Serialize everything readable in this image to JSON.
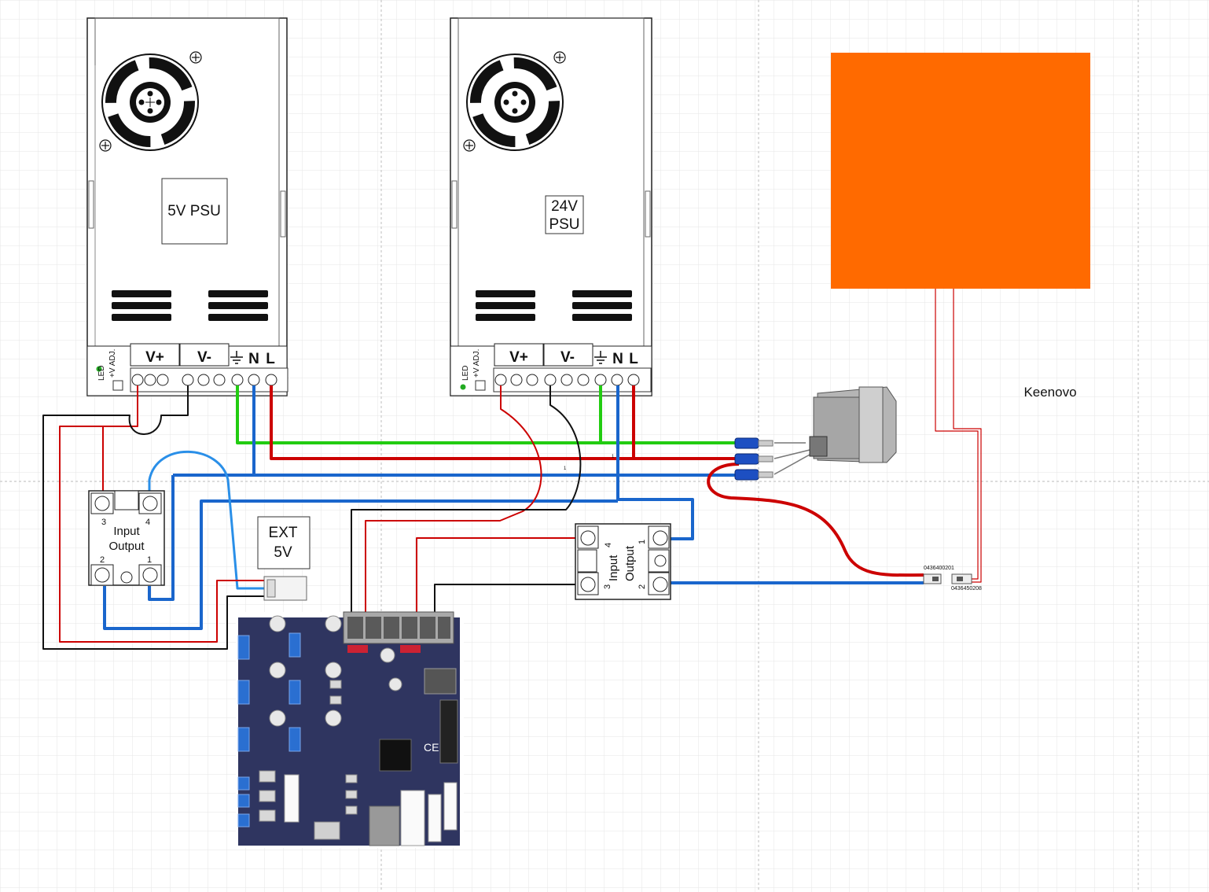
{
  "colors": {
    "grid_minor": "#e6e6e6",
    "grid_major": "#cfcfcf",
    "heater": "#ff6a00",
    "wire_red": "#cc0000",
    "wire_green": "#22cc11",
    "wire_blue": "#1a66cc",
    "wire_lightblue": "#2a8fe8",
    "wire_black": "#111111",
    "pcb": "#2f3560"
  },
  "psu5": {
    "label": "5V PSU",
    "terminals": {
      "vplus": "V+",
      "vminus": "V-",
      "n": "N",
      "l": "L"
    },
    "side": {
      "led": "LED",
      "vadj": "+V ADJ."
    }
  },
  "psu24": {
    "label_line1": "24V",
    "label_line2": "PSU",
    "terminals": {
      "vplus": "V+",
      "vminus": "V-",
      "n": "N",
      "l": "L"
    },
    "side": {
      "led": "LED",
      "vadj": "+V ADJ."
    }
  },
  "ssr_left": {
    "input": "Input",
    "output": "Output",
    "pin1": "1",
    "pin2": "2",
    "pin3": "3",
    "pin4": "4"
  },
  "ssr_right": {
    "input": "Input",
    "output": "Output",
    "pin1": "1",
    "pin2": "2",
    "pin3": "3",
    "pin4": "4"
  },
  "ext5v": {
    "line1": "EXT",
    "line2": "5V"
  },
  "heater": {
    "label": "Keenovo"
  },
  "connector": {
    "part1": "0436400201",
    "part2": "0436450208"
  },
  "wire_marks": {
    "a": "1",
    "b": "1"
  }
}
